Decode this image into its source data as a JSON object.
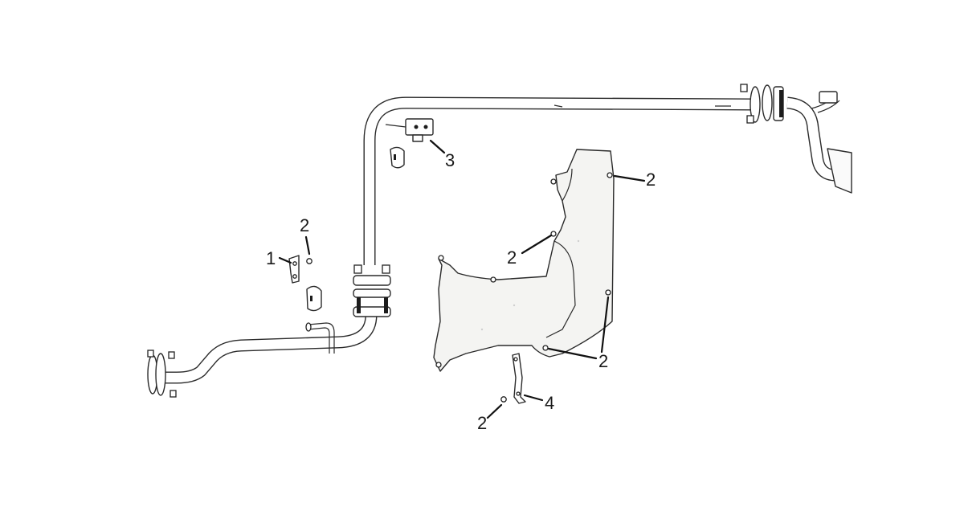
{
  "callouts": [
    {
      "id": "c1",
      "label": "1"
    },
    {
      "id": "c2a",
      "label": "2"
    },
    {
      "id": "c3",
      "label": "3"
    },
    {
      "id": "c2b",
      "label": "2"
    },
    {
      "id": "c2c",
      "label": "2"
    },
    {
      "id": "c2d",
      "label": "2"
    },
    {
      "id": "c4",
      "label": "4"
    },
    {
      "id": "c2e",
      "label": "2"
    }
  ]
}
